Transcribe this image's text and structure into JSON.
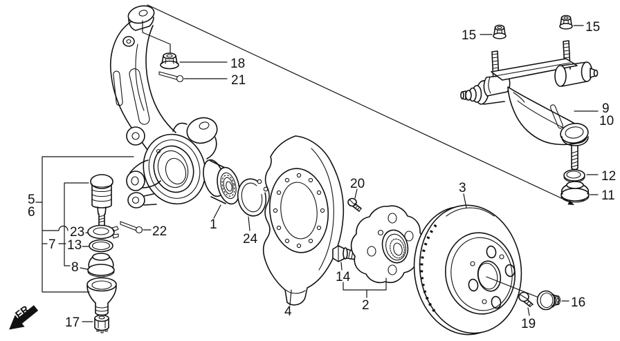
{
  "diagram": {
    "kind": "exploded-parts-diagram",
    "background_color": "#ffffff",
    "ink_color": "#111111",
    "direction_indicator": "FR.",
    "labels": {
      "n1": "1",
      "n2": "2",
      "n3": "3",
      "n4": "4",
      "n5": "5",
      "n6": "6",
      "n7": "7",
      "n8": "8",
      "n9": "9",
      "n10": "10",
      "n11": "11",
      "n12": "12",
      "n13": "13",
      "n14": "14",
      "n15_left": "15",
      "n15_right": "15",
      "n16": "16",
      "n17": "17",
      "n18": "18",
      "n19": "19",
      "n20": "20",
      "n21": "21",
      "n22": "22",
      "n23": "23",
      "n24": "24"
    }
  }
}
